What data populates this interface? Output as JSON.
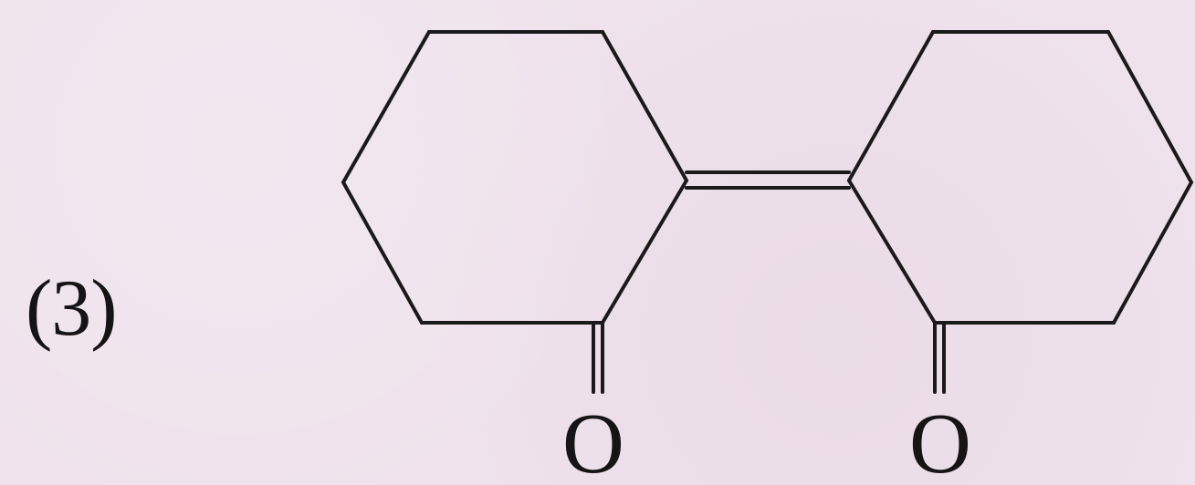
{
  "question": {
    "number_label": "(3)"
  },
  "molecule": {
    "atoms": {
      "left_oxygen": "O",
      "right_oxygen": "O"
    }
  },
  "colors": {
    "background": "#efe2ec",
    "ink": "#1a1a1a"
  }
}
